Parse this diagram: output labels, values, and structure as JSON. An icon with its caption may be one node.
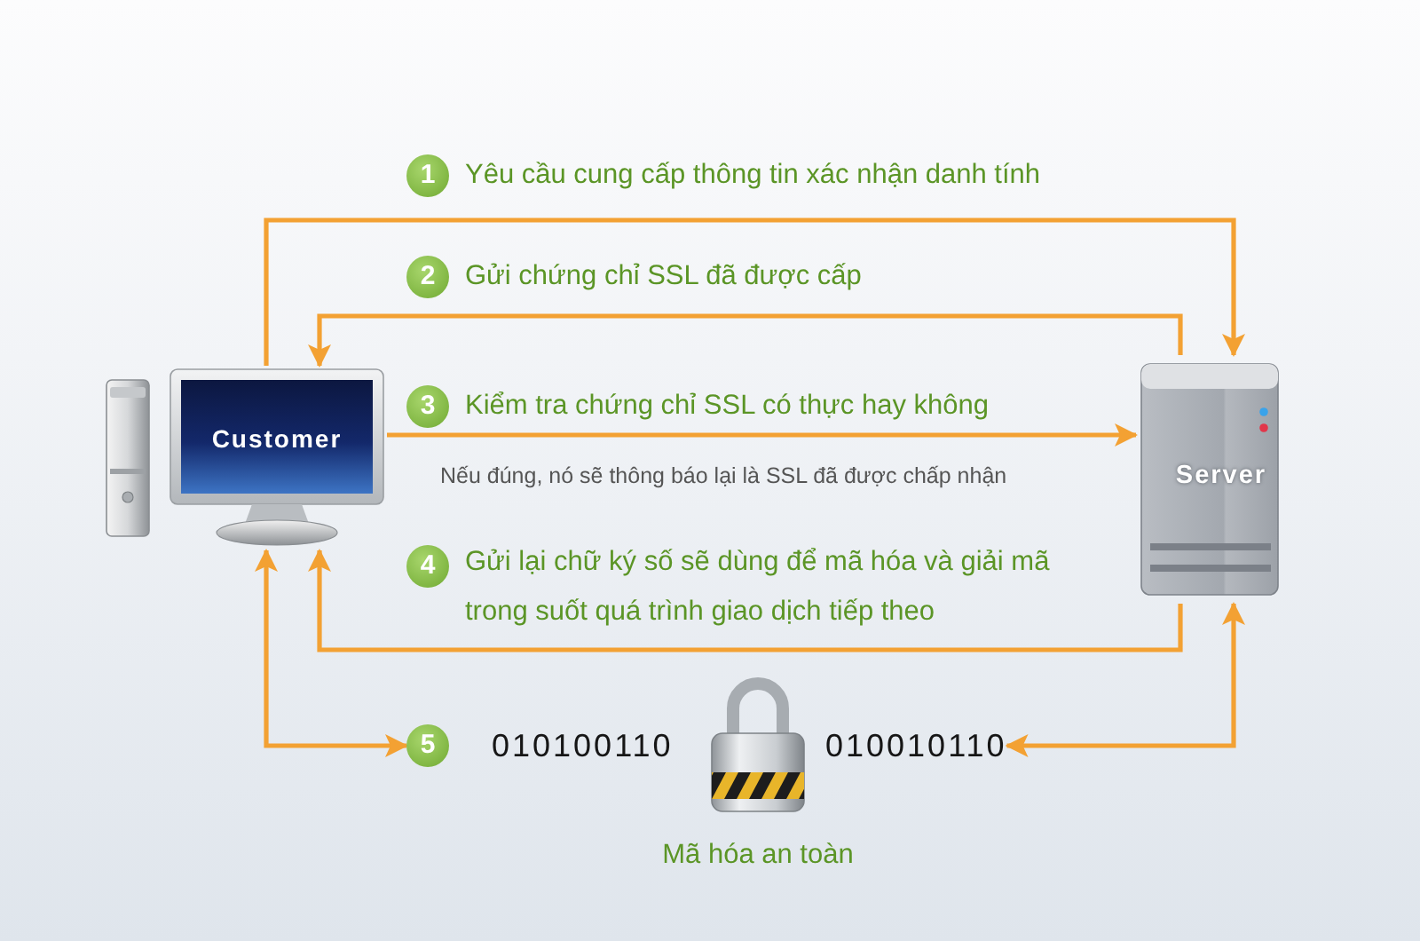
{
  "diagram": {
    "nodes": [
      {
        "text": [
          "1"
        ]
      },
      {
        "text": [
          "2"
        ]
      },
      {
        "text": [
          "Customer"
        ]
      },
      {
        "text": [
          "3"
        ]
      },
      {
        "text": [
          "Server"
        ]
      },
      {
        "text": [
          "4"
        ]
      },
      {
        "text": [
          "5"
        ]
      },
      {
        "text": [
          "010010110"
        ]
      }
    ],
    "edges": [
      {
        "from": 2,
        "to": 4,
        "arrow": "to",
        "label": "Yêu cầu cung cấp thông tin xác nhận danh tính"
      },
      {
        "from": 4,
        "to": 2,
        "arrow": "to",
        "label": "Gửi chứng chỉ SSL đã được cấp"
      },
      {
        "from": 2,
        "to": 4,
        "arrow": "to",
        "label": "Kiểm tra chứng chỉ SSL có thực hay không"
      },
      {
        "from": 4,
        "to": 2,
        "arrow": "to",
        "label": "Gửi lại chữ ký số sẽ dùng để mã hóa và giải mã trong suốt quá trình giao dịch tiếp theo"
      },
      {
        "from": 2,
        "to": 6,
        "arrow": "both"
      },
      {
        "from": 4,
        "to": 7,
        "arrow": "both"
      }
    ],
    "labels": [
      "Nếu đúng, nó sẽ thông báo lại là SSL đã được chấp nhận",
      "010100110",
      "Mã hóa an toàn"
    ]
  }
}
